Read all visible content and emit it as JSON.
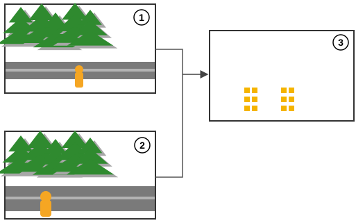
{
  "panels": [
    {
      "number": "1"
    },
    {
      "number": "2"
    },
    {
      "number": "3"
    }
  ],
  "colors": {
    "tree": "#2f8a2f",
    "tree_shadow": "#a7a7a7",
    "road": "#7a7a7a",
    "road_light": "#b3b3b3",
    "person": "#f5a623",
    "light": "#f5b400",
    "connector": "#555555",
    "frame": "#333333"
  },
  "icons": {
    "trees": "pine-trees-icon",
    "person": "pedestrian-icon",
    "lights": "light-grid-icon",
    "arrow": "arrow-right-icon"
  }
}
